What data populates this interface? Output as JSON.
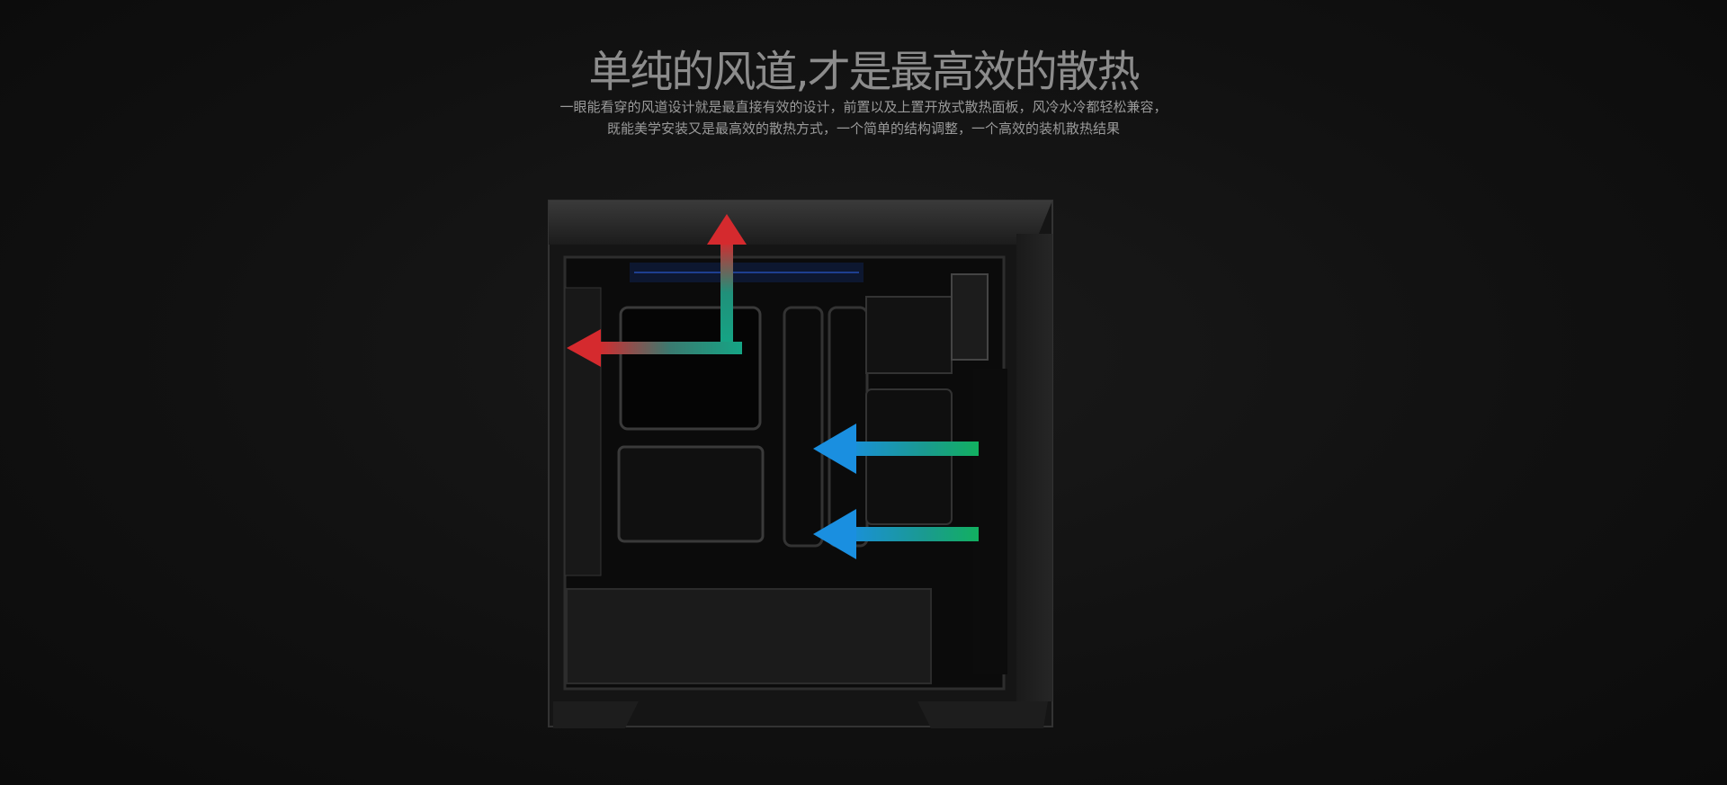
{
  "header": {
    "title": "单纯的风道,才是最高效的散热",
    "subtitle_line1": "一眼能看穿的风道设计就是最直接有效的设计，前置以及上置开放式散热面板，风冷水冷都轻松兼容，",
    "subtitle_line2": "既能美学安装又是最高效的散热方式，一个简单的结构调整，一个高效的装机散热结果"
  },
  "colors": {
    "exhaust": "#d0282c",
    "intake": "#1a8fd8",
    "flow": "#1aa58a"
  }
}
